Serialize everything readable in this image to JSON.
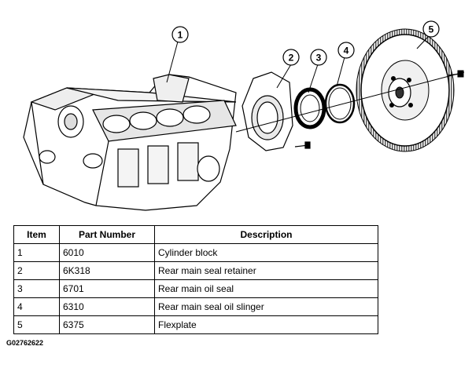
{
  "callouts": [
    "1",
    "2",
    "3",
    "4",
    "5"
  ],
  "table": {
    "headers": [
      "Item",
      "Part Number",
      "Description"
    ],
    "rows": [
      {
        "item": "1",
        "part_number": "6010",
        "description": "Cylinder block"
      },
      {
        "item": "2",
        "part_number": "6K318",
        "description": "Rear main seal retainer"
      },
      {
        "item": "3",
        "part_number": "6701",
        "description": "Rear main oil seal"
      },
      {
        "item": "4",
        "part_number": "6310",
        "description": "Rear main seal oil slinger"
      },
      {
        "item": "5",
        "part_number": "6375",
        "description": "Flexplate"
      }
    ]
  },
  "figure_code": "G02762622"
}
